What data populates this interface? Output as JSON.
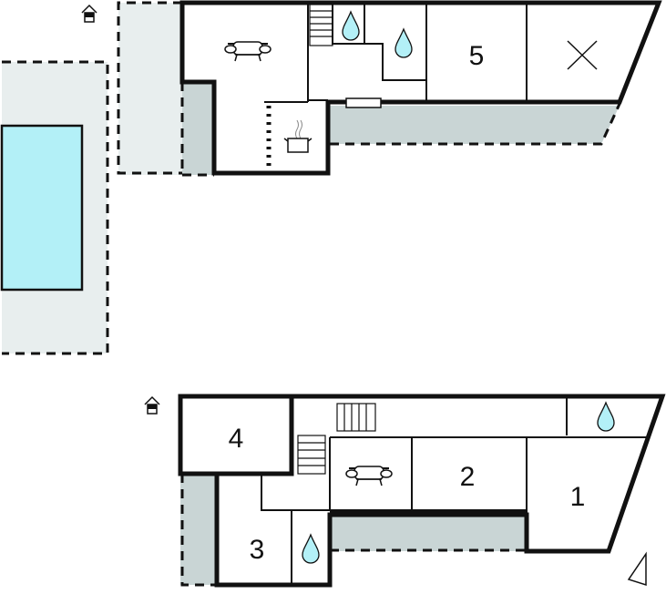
{
  "floor_plan": {
    "upper_floor": {
      "rooms": [
        {
          "label": "5"
        }
      ],
      "icons": [
        "house-entrance-icon",
        "sofa-icon",
        "stairs-icon",
        "bath-drop-icon",
        "bath-drop-icon",
        "kitchen-pot-icon",
        "cross-icon",
        "window-icon"
      ]
    },
    "lower_floor": {
      "rooms": [
        {
          "label": "4"
        },
        {
          "label": "3"
        },
        {
          "label": "2"
        },
        {
          "label": "1"
        }
      ],
      "icons": [
        "house-entrance-icon",
        "stairs-icon",
        "stairs-icon",
        "sofa-icon",
        "bath-drop-icon",
        "bath-drop-icon",
        "north-arrow-icon"
      ]
    },
    "colors": {
      "terrace": "#c9d5d5",
      "outdoor": "#e8eeee",
      "pool": "#b3f0f7",
      "wall": "#111111"
    }
  }
}
